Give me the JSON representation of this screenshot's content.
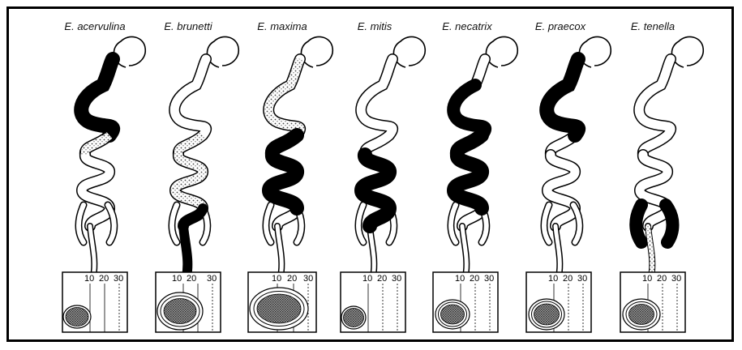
{
  "species": [
    {
      "label": "E. acervulina"
    },
    {
      "label": "E. brunetti"
    },
    {
      "label": "E. maxima"
    },
    {
      "label": "E. mitis"
    },
    {
      "label": "E. necatrix"
    },
    {
      "label": "E. praecox"
    },
    {
      "label": "E. tenella"
    }
  ],
  "scale": {
    "ticks": [
      "10",
      "20",
      "30"
    ]
  },
  "colors": {
    "ink": "#000000",
    "paper": "#ffffff",
    "oocyst_fill": "#6e6e6e"
  }
}
